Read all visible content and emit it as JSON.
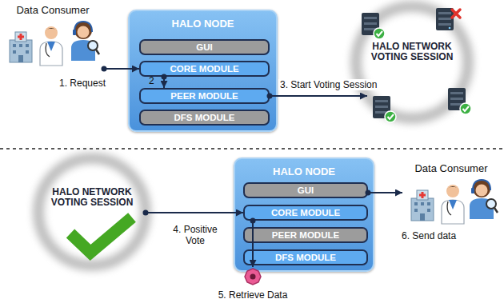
{
  "diagram": {
    "nodes": [
      {
        "text": [
          "Data Consumer"
        ]
      },
      {
        "text": [
          "HALO NODE"
        ]
      },
      {
        "text": [
          "GUI"
        ],
        "in": 1
      },
      {
        "text": [
          "CORE MODULE"
        ],
        "in": 1
      },
      {
        "text": [
          "PEER MODULE"
        ],
        "in": 1
      },
      {
        "text": [
          "DFS MODULE"
        ],
        "in": 1
      },
      {
        "text": [
          "HALO NETWORK VOTING SESSION"
        ]
      },
      {
        "text": [
          "HALO NETWORK VOTING SESSION"
        ]
      },
      {
        "text": [
          "HALO NODE"
        ]
      },
      {
        "text": [
          "GUI"
        ],
        "in": 8
      },
      {
        "text": [
          "CORE MODULE"
        ],
        "in": 8
      },
      {
        "text": [
          "PEER MODULE"
        ],
        "in": 8
      },
      {
        "text": [
          "DFS MODULE"
        ],
        "in": 8
      },
      {
        "text": [
          "Data Consumer"
        ]
      },
      {
        "text": [
          "5. Retrieve Data"
        ]
      }
    ],
    "edges": [
      {
        "from": 0,
        "to": 3,
        "arrow": "to",
        "label": "1. Request"
      },
      {
        "from": 3,
        "to": 4,
        "arrow": "to",
        "label": "2"
      },
      {
        "from": 4,
        "to": 6,
        "arrow": "to",
        "label": "3. Start Voting Session"
      },
      {
        "from": 7,
        "to": 10,
        "arrow": "to",
        "label": "4. Positive Vote"
      },
      {
        "from": 10,
        "to": 14,
        "arrow": "to"
      },
      {
        "from": 10,
        "to": 13,
        "arrow": "to",
        "label": "6. Send data"
      }
    ]
  }
}
